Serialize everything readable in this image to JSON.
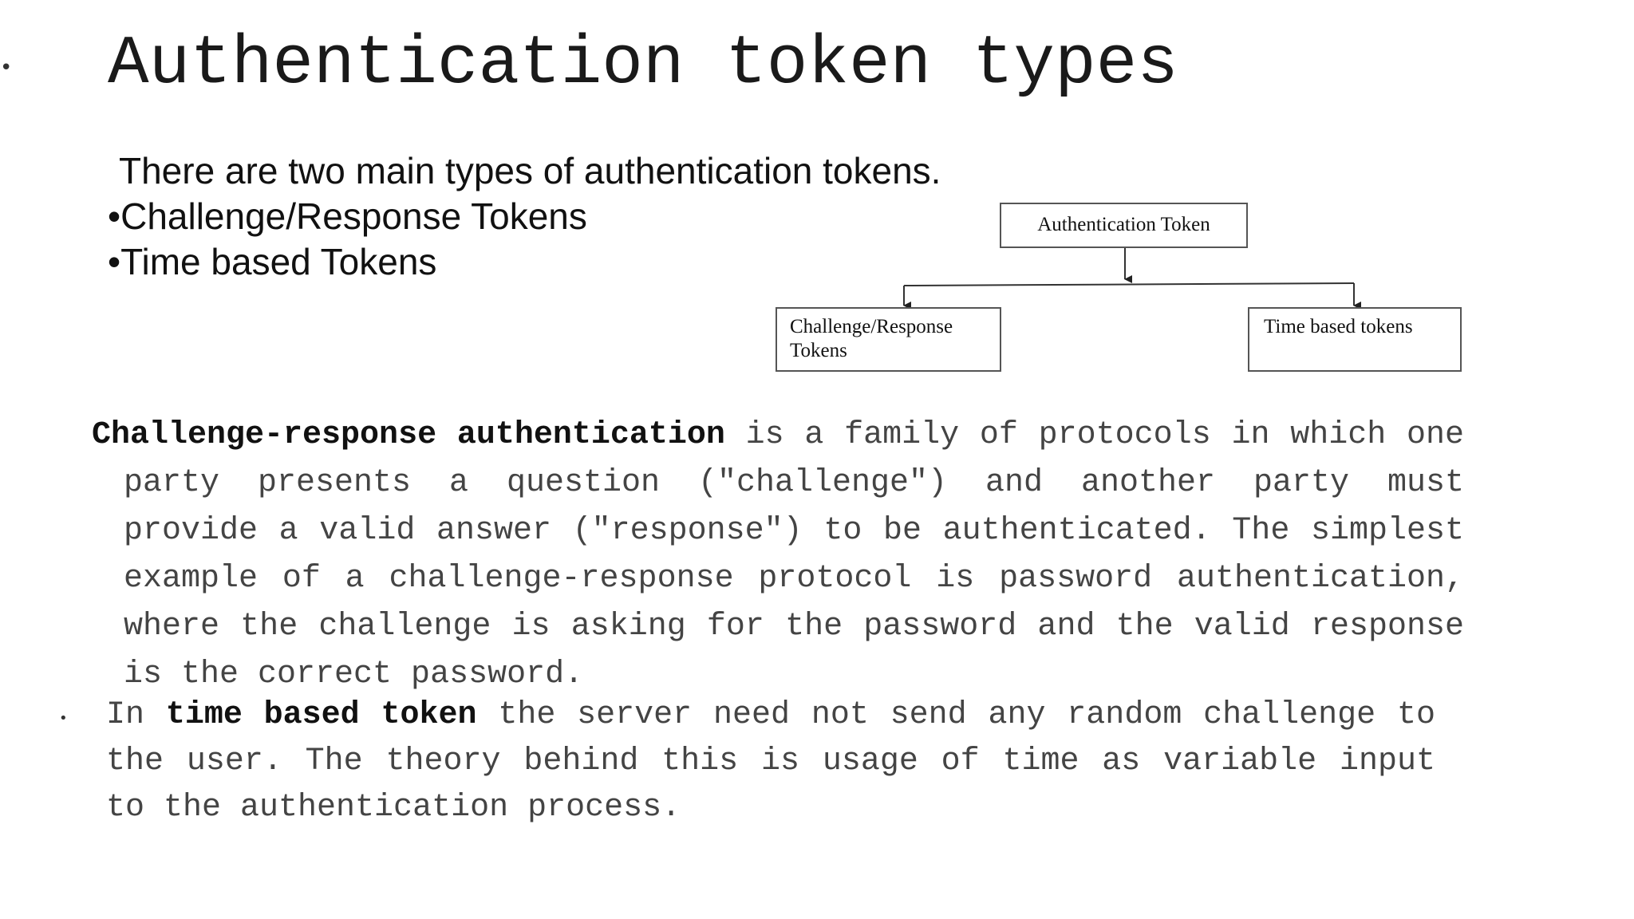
{
  "slide": {
    "title": "Authentication token types",
    "intro": {
      "line1": "There are two main types of authentication tokens.",
      "line2": "•Challenge/Response Tokens",
      "line3": "•Time based Tokens"
    },
    "diagram": {
      "root": "Authentication Token",
      "left_line1": "Challenge/Response",
      "left_line2": "Tokens",
      "right": "Time based tokens"
    },
    "paragraph1": {
      "bold": "Challenge-response authentication",
      "text": " is a family of protocols in which one party presents a question (\"challenge\") and another party must provide a valid answer (\"response\") to be authenticated. The simplest example of a challenge-response protocol is password authentication, where the challenge is asking for the password and the valid response is the correct password."
    },
    "paragraph2": {
      "lead": "In ",
      "bold": "time based token",
      "text": " the server need not send any random challenge to the user. The theory behind this is usage of time as variable input to the authentication process."
    }
  }
}
